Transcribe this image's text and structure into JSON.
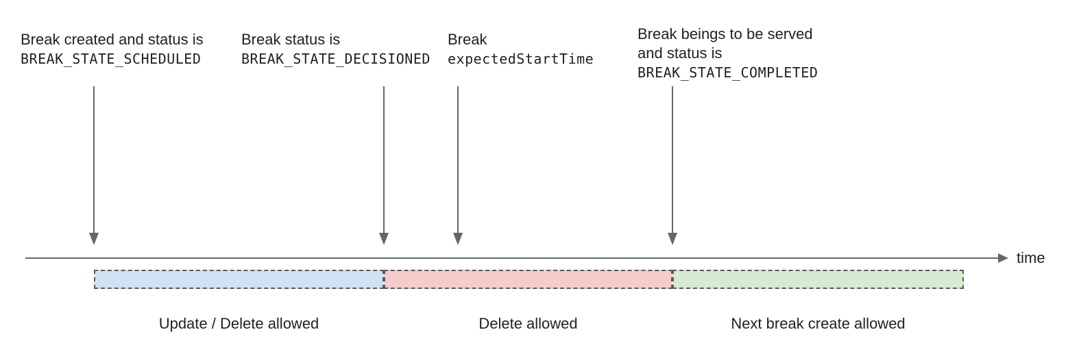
{
  "annotations": [
    {
      "line1": "Break created and status is",
      "code": "BREAK_STATE_SCHEDULED"
    },
    {
      "line1": "Break status is",
      "code": "BREAK_STATE_DECISIONED"
    },
    {
      "line1": "Break",
      "code": "expectedStartTime"
    },
    {
      "line1": "Break beings to be served",
      "line2": "and status is",
      "code": "BREAK_STATE_COMPLETED"
    }
  ],
  "timeline": {
    "axis_label": "time"
  },
  "segments": [
    {
      "label": "Update / Delete allowed",
      "fill": "#cfe2f3"
    },
    {
      "label": "Delete allowed",
      "fill": "#f4cccc"
    },
    {
      "label": "Next break create allowed",
      "fill": "#d9ead3"
    }
  ],
  "colors": {
    "arrow": "#666666",
    "axis": "#666666",
    "segment_border": "#595959",
    "text": "#212121"
  }
}
